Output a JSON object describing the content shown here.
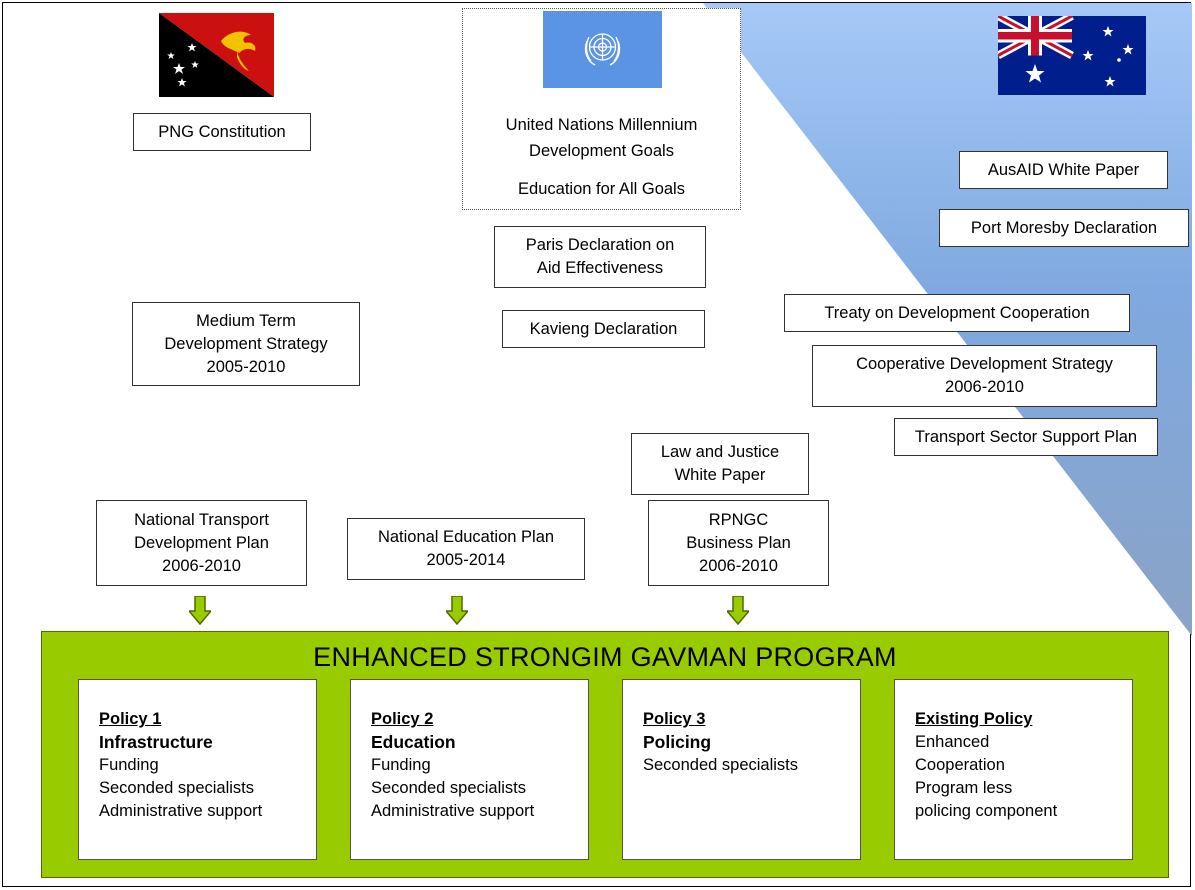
{
  "colors": {
    "accent_green": "#99cc00",
    "un_blue": "#5b93e5",
    "wedge_blue": "#7fb0ee"
  },
  "flags": {
    "left": "papua-new-guinea-flag",
    "center": "united-nations-flag",
    "right": "australia-flag"
  },
  "png_side": {
    "constitution": "PNG Constitution",
    "mtds": [
      "Medium Term",
      "Development Strategy",
      "2005-2010"
    ]
  },
  "un_box": {
    "line1": "United Nations Millennium",
    "line2": "Development Goals",
    "line3": "Education for All Goals"
  },
  "center": {
    "paris": [
      "Paris Declaration on",
      "Aid Effectiveness"
    ],
    "kavieng": "Kavieng Declaration"
  },
  "australia_side": {
    "white_paper": "AusAID White Paper",
    "port_moresby": "Port Moresby Declaration",
    "treaty": "Treaty on Development Cooperation",
    "cds": [
      "Cooperative Development Strategy",
      "2006-2010"
    ],
    "transport_support": "Transport Sector Support Plan"
  },
  "plans": {
    "law_justice": [
      "Law and Justice",
      "White Paper"
    ],
    "ntdp": [
      "National Transport",
      "Development Plan",
      "2006-2010"
    ],
    "nep": [
      "National Education Plan",
      "2005-2014"
    ],
    "rpngc": [
      "RPNGC",
      "Business Plan",
      "2006-2010"
    ]
  },
  "program": {
    "title": "ENHANCED STRONGIM GAVMAN PROGRAM",
    "policies": [
      {
        "heading": "Policy 1",
        "name": "Infrastructure",
        "items": [
          "Funding",
          "Seconded specialists",
          "Administrative support"
        ]
      },
      {
        "heading": "Policy 2",
        "name": "Education",
        "items": [
          "Funding",
          "Seconded specialists",
          "Administrative support"
        ]
      },
      {
        "heading": "Policy 3",
        "name": "Policing",
        "items": [
          "Seconded specialists"
        ]
      },
      {
        "heading": "Existing Policy",
        "name": "",
        "items": [
          "Enhanced",
          "Cooperation",
          "Program less",
          "policing component"
        ]
      }
    ]
  }
}
